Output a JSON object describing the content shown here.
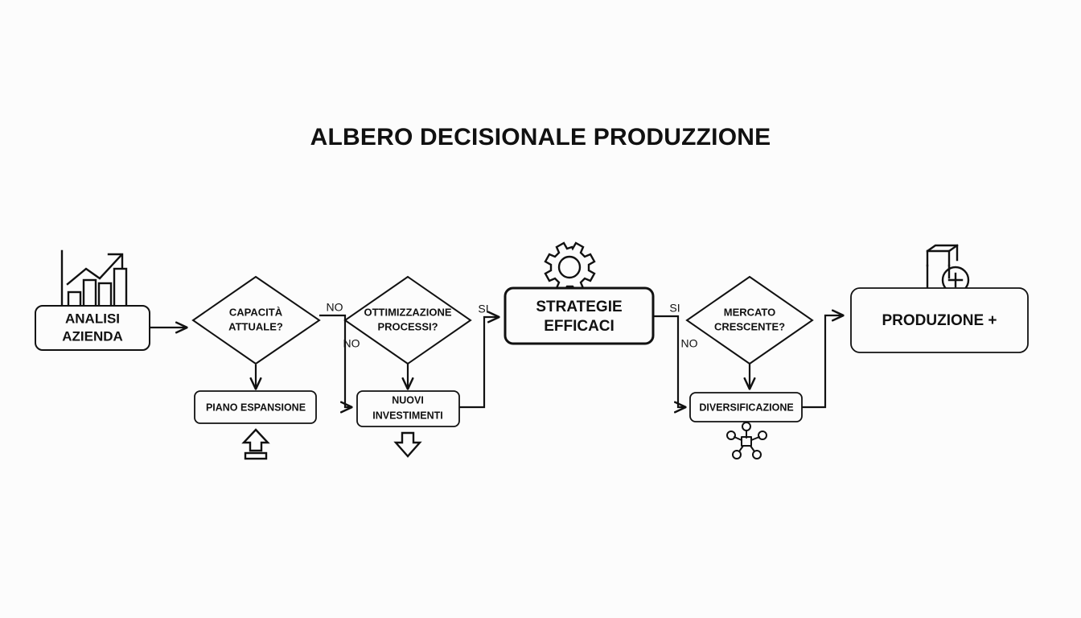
{
  "page": {
    "title": "ALBERO DECISIONALE PRODUZZIONE",
    "background_color": "#fcfcfc",
    "ink_color": "#111111"
  },
  "diagram": {
    "type": "flowchart",
    "orientation": "left-to-right",
    "nodes": [
      {
        "id": "analisi-azienda",
        "kind": "process",
        "line1": "ANALISI",
        "line2": "AZIENDA",
        "icon": "bar-chart-growth-icon"
      },
      {
        "id": "capacita-attuale",
        "kind": "decision",
        "line1": "CAPACITÀ",
        "line2": "ATTUALE?",
        "icon": null
      },
      {
        "id": "piano-espansione",
        "kind": "process",
        "line1": "PIANO ESPANSIONE",
        "line2": "",
        "icon": "upload-arrow-icon"
      },
      {
        "id": "ottimizzazione-processi",
        "kind": "decision",
        "line1": "OTTIMIZZAZIONE",
        "line2": "PROCESSI?",
        "icon": null
      },
      {
        "id": "nuovi-investimenti",
        "kind": "process",
        "line1": "NUOVI",
        "line2": "INVESTIMENTI",
        "icon": "download-arrow-icon"
      },
      {
        "id": "strategie-efficaci",
        "kind": "process",
        "line1": "STRATEGIE",
        "line2": "EFFICACI",
        "icon": "gear-icon"
      },
      {
        "id": "mercato-crescente",
        "kind": "decision",
        "line1": "MERCATO",
        "line2": "CRESCENTE?",
        "icon": null
      },
      {
        "id": "diversificazione",
        "kind": "process",
        "line1": "DIVERSIFICAZIONE",
        "line2": "",
        "icon": "network-hub-icon"
      },
      {
        "id": "produzione-plus",
        "kind": "process",
        "line1": "PRODUZIONE +",
        "line2": "",
        "icon": "milk-carton-plus-icon"
      }
    ],
    "edge_labels": {
      "capacita_no": "NO",
      "capacita_giu": "NO",
      "ottimizzazione_si": "SI",
      "mercato_si": "SI",
      "mercato_no": "NO"
    }
  }
}
